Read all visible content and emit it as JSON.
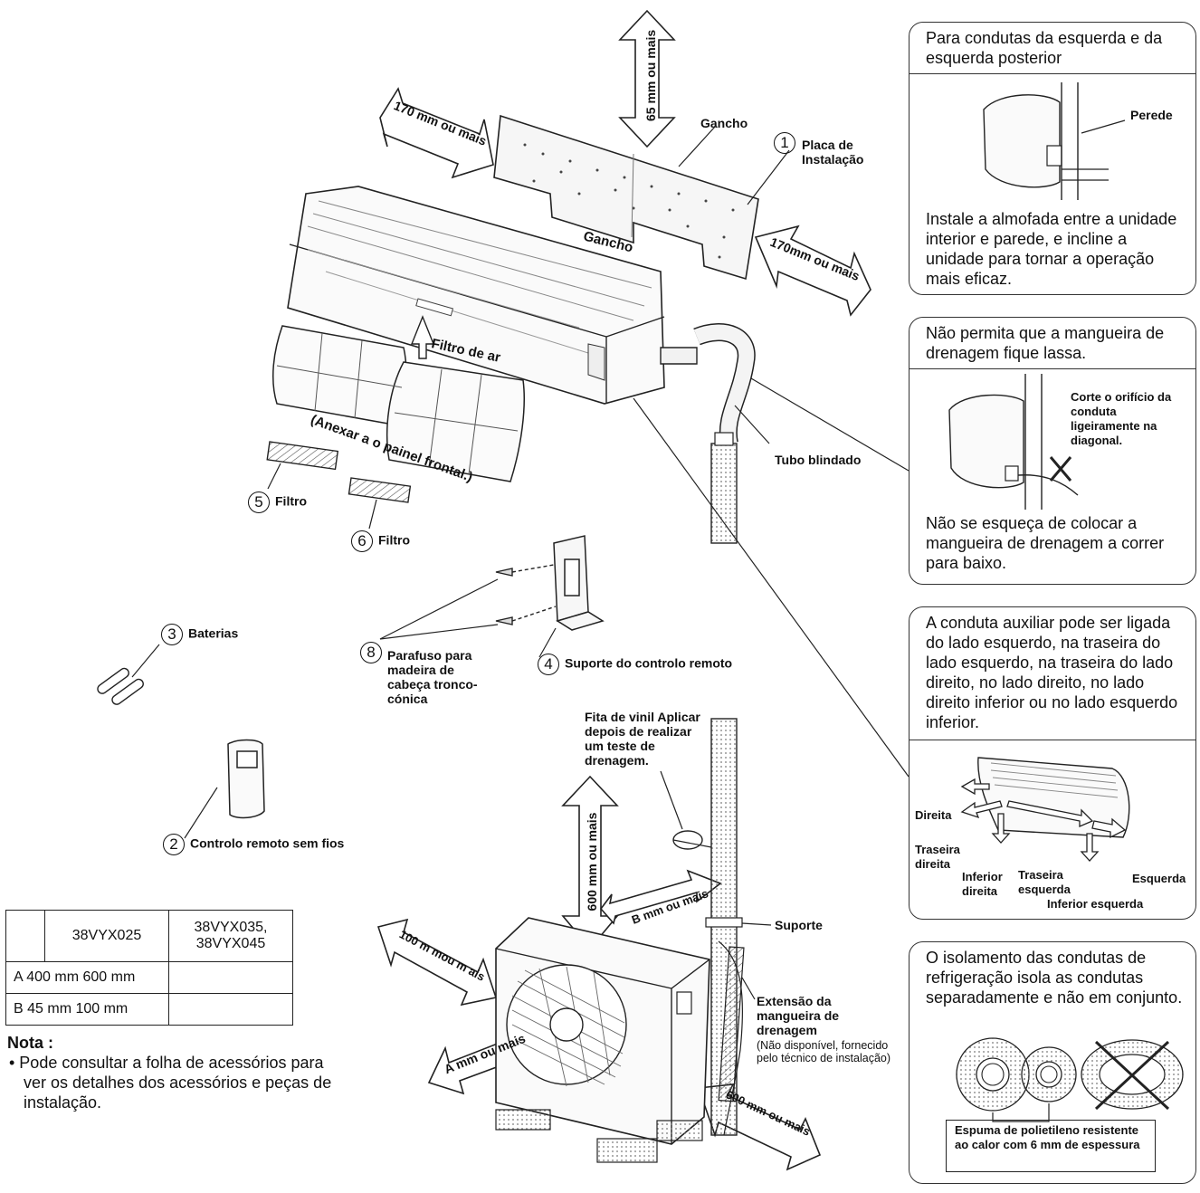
{
  "dimensions": {
    "top": "65 mm ou mais",
    "left": "170 mm ou mais",
    "right": "170mm ou mais",
    "outdoor_top": "600 mm ou mais",
    "outdoor_b": "B mm ou mais",
    "outdoor_left": "100 m mou m ais",
    "outdoor_a": "A mm ou mais",
    "outdoor_right": "600 mm ou mais"
  },
  "labels": {
    "gancho_top": "Gancho",
    "gancho_bottom": "Gancho",
    "placa_num": "1",
    "placa": "Placa de Instalação",
    "filtro_ar": "Filtro de ar",
    "anexar": "(Anexar a o painel frontal.)",
    "tubo": "Tubo blindado",
    "filtro5_num": "5",
    "filtro5": "Filtro",
    "filtro6_num": "6",
    "filtro6": "Filtro",
    "baterias_num": "3",
    "baterias": "Baterias",
    "parafuso_num": "8",
    "parafuso": "Parafuso para madeira de cabeça tronco-cónica",
    "suporte_ctrl_num": "4",
    "suporte_ctrl": "Suporte do controlo remoto",
    "controlo_num": "2",
    "controlo": "Controlo remoto sem fios",
    "fita": "Fita de vinil Aplicar depois de realizar um teste de drenagem.",
    "suporte": "Suporte",
    "extensao": "Extensão da mangueira de drenagem",
    "extensao_note": "(Não disponível, fornecido pelo técnico de instalação)"
  },
  "box1": {
    "title": "Para condutas da esquerda e da esquerda posterior",
    "perede": "Perede",
    "text": "Instale a almofada entre a unidade interior e parede, e incline a unidade para tornar a operação mais eficaz."
  },
  "box2": {
    "title": "Não permita que a mangueira de drenagem fique lassa.",
    "callout": "Corte o orifício da conduta ligeiramente na diagonal.",
    "text": "Não se esqueça de colocar a mangueira de drenagem a correr para baixo."
  },
  "box3": {
    "text": "A conduta auxiliar pode ser ligada do lado esquerdo, na traseira do lado esquerdo, na traseira do lado direito, no lado direito, no lado direito inferior ou no lado esquerdo inferior.",
    "direita": "Direita",
    "traseira_direita": "Traseira direita",
    "inferior_direita": "Inferior direita",
    "traseira_esquerda": "Traseira esquerda",
    "esquerda": "Esquerda",
    "inferior_esquerda": "Inferior esquerda"
  },
  "box4": {
    "text": "O isolamento das condutas de refrigeração isola as condutas separadamente e não em conjunto.",
    "note": "Espuma de polietileno resistente ao calor com 6 mm de espessura"
  },
  "table": {
    "headers": [
      "",
      "38VYX025",
      "38VYX035, 38VYX045"
    ],
    "rows": [
      [
        "A 400 mm 600 mm",
        ""
      ],
      [
        "B 45 mm 100 mm",
        ""
      ]
    ]
  },
  "nota": {
    "title": "Nota :",
    "text": "• Pode consultar a folha de acessórios para ver os detalhes dos acessórios e peças de instalação."
  }
}
